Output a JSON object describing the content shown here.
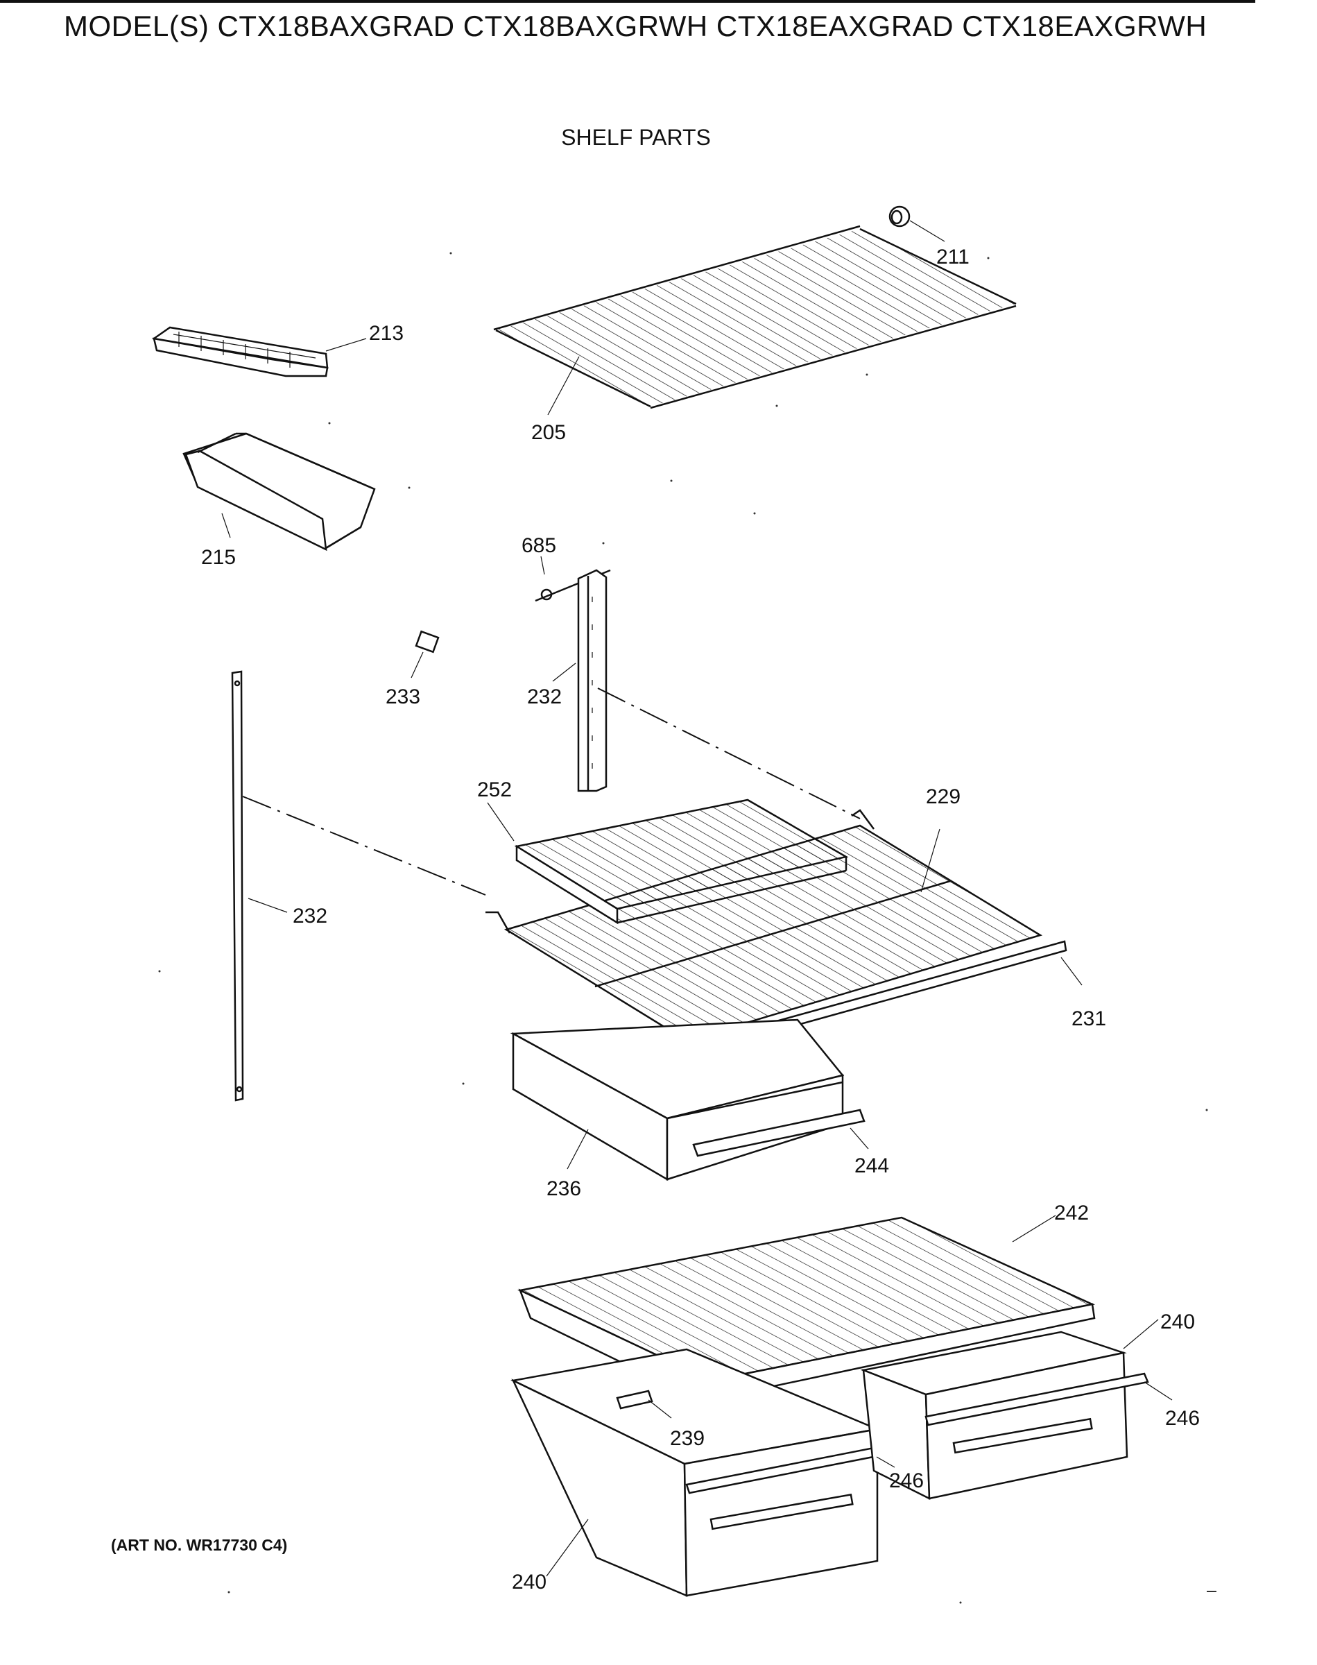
{
  "header": {
    "title": "MODEL(S) CTX18BAXGRAD  CTX18BAXGRWH  CTX18EAXGRAD  CTX18EAXGRWH",
    "section": "SHELF PARTS"
  },
  "footer": {
    "art_number": "(ART NO. WR17730 C4)"
  },
  "parts": [
    {
      "id": "205",
      "label": "205"
    },
    {
      "id": "211",
      "label": "211"
    },
    {
      "id": "213",
      "label": "213"
    },
    {
      "id": "215",
      "label": "215"
    },
    {
      "id": "685",
      "label": "685"
    },
    {
      "id": "233",
      "label": "233"
    },
    {
      "id": "232a",
      "label": "232"
    },
    {
      "id": "232b",
      "label": "232"
    },
    {
      "id": "252",
      "label": "252"
    },
    {
      "id": "229",
      "label": "229"
    },
    {
      "id": "231",
      "label": "231"
    },
    {
      "id": "236",
      "label": "236"
    },
    {
      "id": "244",
      "label": "244"
    },
    {
      "id": "242",
      "label": "242"
    },
    {
      "id": "240a",
      "label": "240"
    },
    {
      "id": "246a",
      "label": "246"
    },
    {
      "id": "239",
      "label": "239"
    },
    {
      "id": "246b",
      "label": "246"
    },
    {
      "id": "240b",
      "label": "240"
    }
  ]
}
